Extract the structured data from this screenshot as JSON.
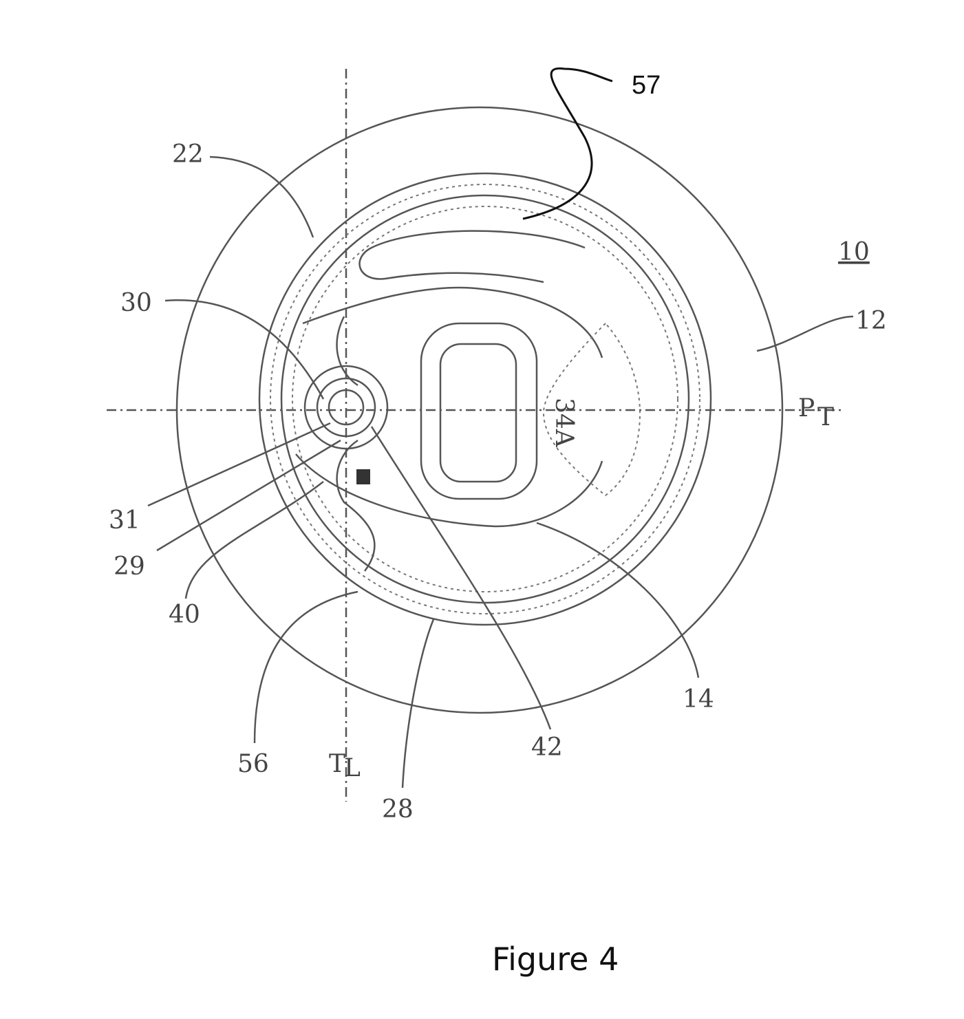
{
  "figure": {
    "caption": "Figure 4",
    "labels": {
      "l57": "57",
      "l22": "22",
      "l10": "10",
      "l30": "30",
      "l12": "12",
      "lP": "P",
      "lPsub": "T",
      "l31": "31",
      "l29": "29",
      "l40": "40",
      "l56": "56",
      "lT": "T",
      "lTsub": "L",
      "l28": "28",
      "l42": "42",
      "l14": "14",
      "l34A": "34A"
    }
  }
}
